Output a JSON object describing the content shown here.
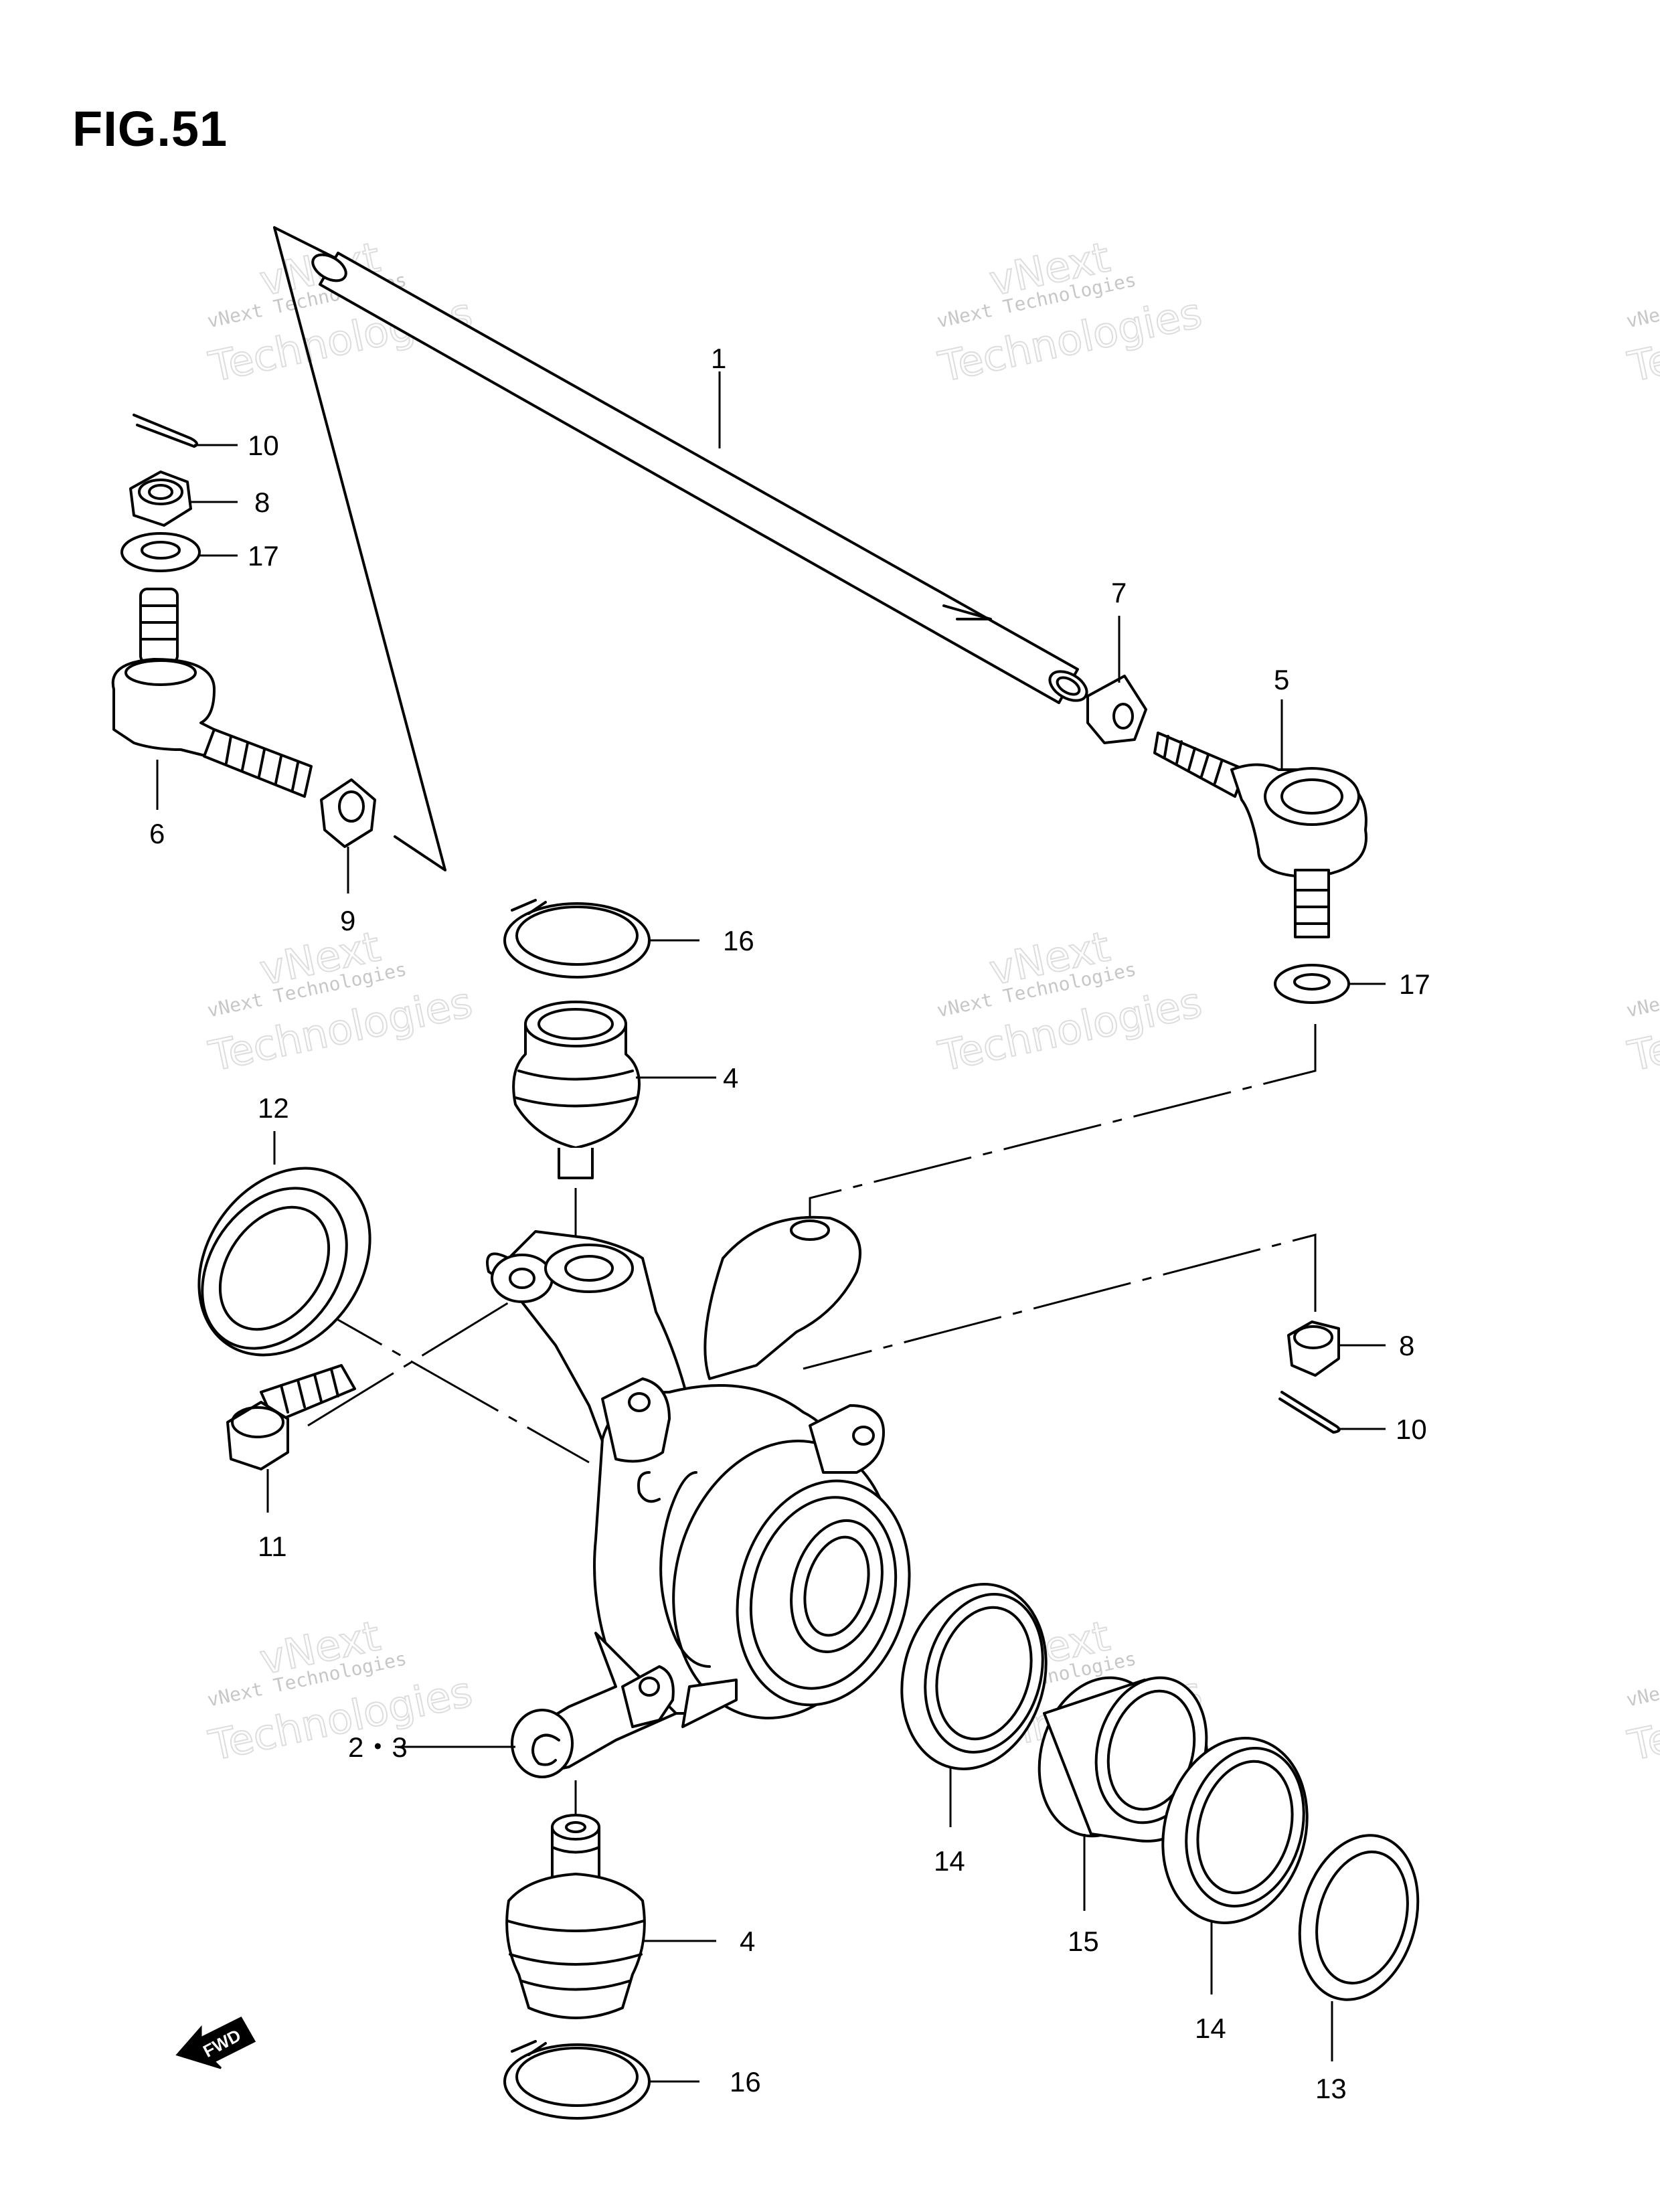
{
  "figure": {
    "title": "FIG.51"
  },
  "watermark": {
    "line1": "vNext Technologies",
    "line2": "vNext",
    "line3": "Technologies"
  },
  "fwd_label": "FWD",
  "callouts": {
    "c1": "1",
    "c23": "2・3",
    "c4a": "4",
    "c4b": "4",
    "c5": "5",
    "c6": "6",
    "c7": "7",
    "c8a": "8",
    "c8b": "8",
    "c9": "9",
    "c10a": "10",
    "c10b": "10",
    "c11": "11",
    "c12": "12",
    "c13": "13",
    "c14a": "14",
    "c14b": "14",
    "c15": "15",
    "c16a": "16",
    "c16b": "16",
    "c17a": "17",
    "c17b": "17"
  }
}
